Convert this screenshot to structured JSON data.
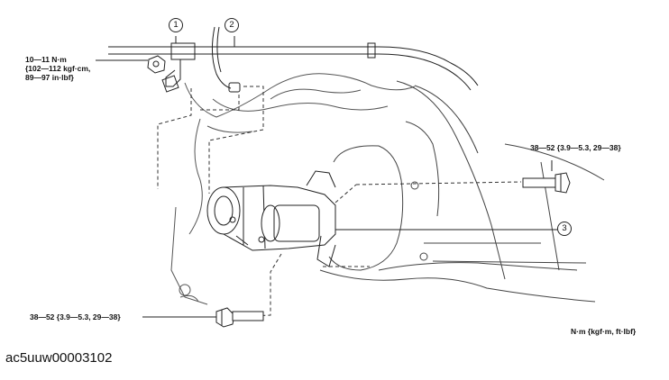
{
  "callouts": [
    "1",
    "2",
    "3"
  ],
  "torque_specs": {
    "harness_nut": [
      "10—11 N·m",
      "{102—112 kgf·cm,",
      "89—97 in·lbf}"
    ],
    "upper_bolt": "38—52 {3.9—5.3, 29—38}",
    "lower_bolt": "38—52 {3.9—5.3, 29—38}"
  },
  "units_note": "N·m {kgf·m, ft·lbf}",
  "caption": "ac5uuw00003102"
}
